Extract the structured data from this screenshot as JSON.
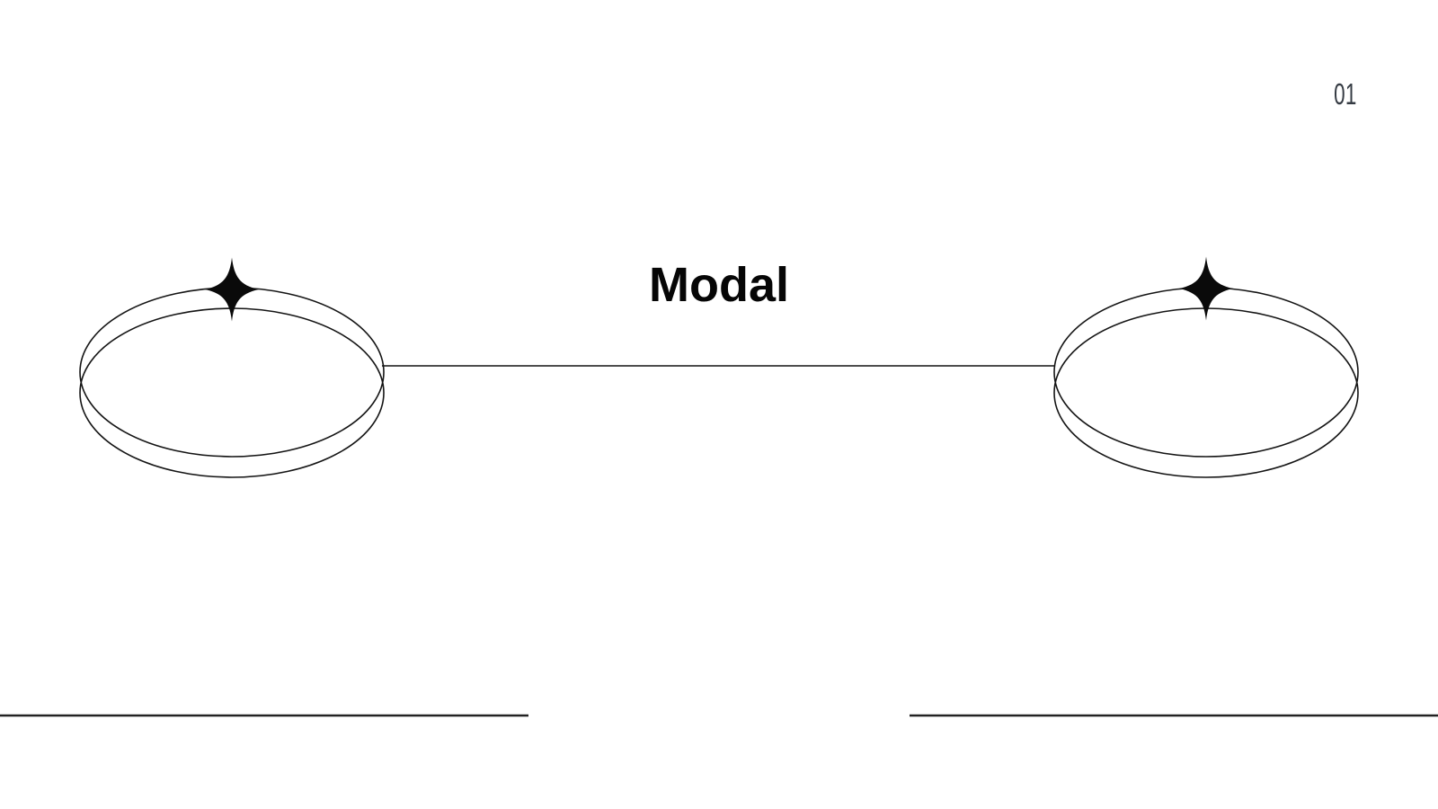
{
  "page": {
    "number": "01",
    "background_color": "#ffffff"
  },
  "diagram": {
    "title": "Modal",
    "ink_color": "#141414",
    "nodes": [
      {
        "position": "left",
        "shape": "double-ellipse-loop",
        "icon": "sparkle-icon"
      },
      {
        "position": "right",
        "shape": "double-ellipse-loop",
        "icon": "sparkle-icon"
      }
    ],
    "connector": "horizontal-line"
  }
}
